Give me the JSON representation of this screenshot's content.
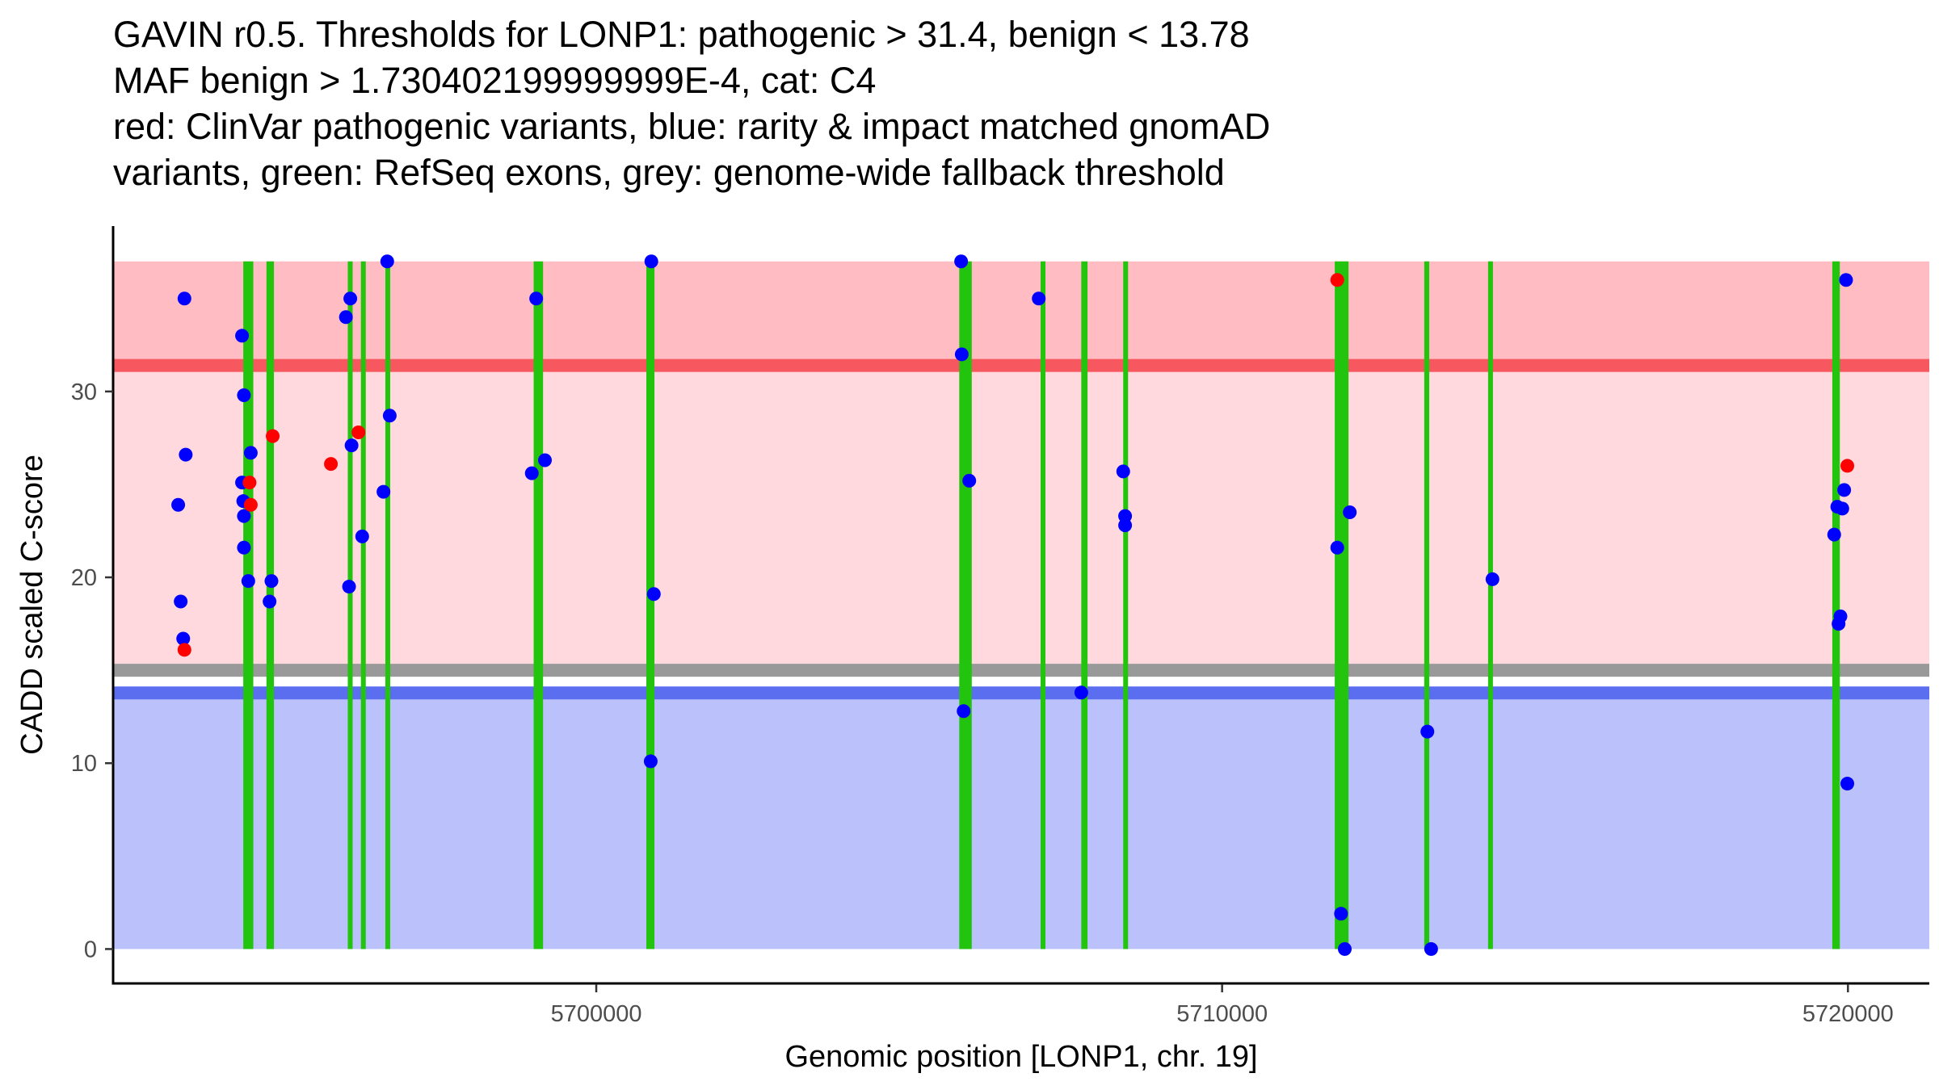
{
  "title_lines": [
    "GAVIN r0.5. Thresholds for LONP1: pathogenic > 31.4, benign < 13.78",
    "MAF benign > 1.730402199999999E-4, cat: C4",
    "red: ClinVar pathogenic variants, blue: rarity & impact matched gnomAD",
    "variants, green: RefSeq exons, grey: genome-wide fallback threshold"
  ],
  "chart_data": {
    "type": "scatter",
    "xlabel": "Genomic position [LONP1, chr. 19]",
    "ylabel": "CADD scaled C-score",
    "xlim": [
      5692280,
      5721300
    ],
    "ylim": [
      -1.85,
      38.9
    ],
    "x_ticks": [
      5700000,
      5710000,
      5720000
    ],
    "x_tick_labels": [
      "5700000",
      "5710000",
      "5720000"
    ],
    "y_ticks": [
      0,
      10,
      20,
      30
    ],
    "y_tick_labels": [
      "0",
      "10",
      "20",
      "30"
    ],
    "colors": {
      "pathogenic_region": "#ffd9de",
      "pathogenic_region_upper": "#ffbcc3",
      "benign_region": "#bbc2fb",
      "pathogenic_threshold": "#f7585f",
      "benign_threshold": "#5b6ef0",
      "fallback_threshold": "#999999",
      "exon": "#22c40e",
      "clinvar_pathogenic": "#ff0000",
      "gnomad": "#0000ff"
    },
    "regions": {
      "pathogenic_upper_band": [
        31.4,
        37
      ],
      "pathogenic_band": [
        15.3,
        31.4
      ],
      "benign_band": [
        0,
        13.78
      ]
    },
    "thresholds": {
      "pathogenic": 31.4,
      "benign": 13.78,
      "fallback": 15
    },
    "exons": [
      {
        "start": 5694360,
        "end": 5694520
      },
      {
        "start": 5694730,
        "end": 5694850
      },
      {
        "start": 5696030,
        "end": 5696100
      },
      {
        "start": 5696240,
        "end": 5696310
      },
      {
        "start": 5696630,
        "end": 5696700
      },
      {
        "start": 5699000,
        "end": 5699150
      },
      {
        "start": 5700800,
        "end": 5700930
      },
      {
        "start": 5705800,
        "end": 5706000
      },
      {
        "start": 5707100,
        "end": 5707160
      },
      {
        "start": 5707750,
        "end": 5707850
      },
      {
        "start": 5708420,
        "end": 5708460
      },
      {
        "start": 5711800,
        "end": 5712020
      },
      {
        "start": 5713230,
        "end": 5713310
      },
      {
        "start": 5714250,
        "end": 5714310
      },
      {
        "start": 5719750,
        "end": 5719870
      }
    ],
    "series": [
      {
        "name": "ClinVar pathogenic variants",
        "color": "#ff0000",
        "points": [
          [
            5694460,
            25.1
          ],
          [
            5694480,
            23.9
          ],
          [
            5695760,
            26.1
          ],
          [
            5693420,
            16.1
          ],
          [
            5694830,
            27.6
          ],
          [
            5696200,
            27.8
          ],
          [
            5711840,
            36.0
          ],
          [
            5719990,
            26.0
          ]
        ]
      },
      {
        "name": "gnomAD variants",
        "color": "#0000ff",
        "points": [
          [
            5693420,
            35.0
          ],
          [
            5693440,
            26.6
          ],
          [
            5693320,
            23.9
          ],
          [
            5693360,
            18.7
          ],
          [
            5693400,
            16.7
          ],
          [
            5694340,
            33.0
          ],
          [
            5694370,
            29.8
          ],
          [
            5694340,
            25.1
          ],
          [
            5694360,
            24.1
          ],
          [
            5694370,
            23.3
          ],
          [
            5694370,
            21.6
          ],
          [
            5694440,
            19.8
          ],
          [
            5694480,
            26.7
          ],
          [
            5694780,
            18.7
          ],
          [
            5694810,
            19.8
          ],
          [
            5696000,
            34.0
          ],
          [
            5696070,
            35.0
          ],
          [
            5696090,
            27.1
          ],
          [
            5696050,
            19.5
          ],
          [
            5696260,
            22.2
          ],
          [
            5696600,
            24.6
          ],
          [
            5696660,
            37.0
          ],
          [
            5696700,
            28.7
          ],
          [
            5699040,
            35.0
          ],
          [
            5698970,
            25.6
          ],
          [
            5699180,
            26.3
          ],
          [
            5700880,
            37.0
          ],
          [
            5700920,
            19.1
          ],
          [
            5700870,
            10.1
          ],
          [
            5705830,
            37.0
          ],
          [
            5705840,
            32.0
          ],
          [
            5705960,
            25.2
          ],
          [
            5705870,
            12.8
          ],
          [
            5707070,
            35.0
          ],
          [
            5707750,
            13.8
          ],
          [
            5708420,
            25.7
          ],
          [
            5708450,
            23.3
          ],
          [
            5708450,
            22.8
          ],
          [
            5711840,
            21.6
          ],
          [
            5711900,
            1.9
          ],
          [
            5711960,
            0
          ],
          [
            5712040,
            23.5
          ],
          [
            5713280,
            11.7
          ],
          [
            5713340,
            0
          ],
          [
            5714320,
            19.9
          ],
          [
            5719780,
            22.3
          ],
          [
            5719830,
            23.8
          ],
          [
            5719910,
            23.7
          ],
          [
            5719940,
            24.7
          ],
          [
            5719850,
            17.5
          ],
          [
            5719880,
            17.9
          ],
          [
            5719970,
            36.0
          ],
          [
            5719990,
            8.9
          ]
        ]
      }
    ]
  }
}
